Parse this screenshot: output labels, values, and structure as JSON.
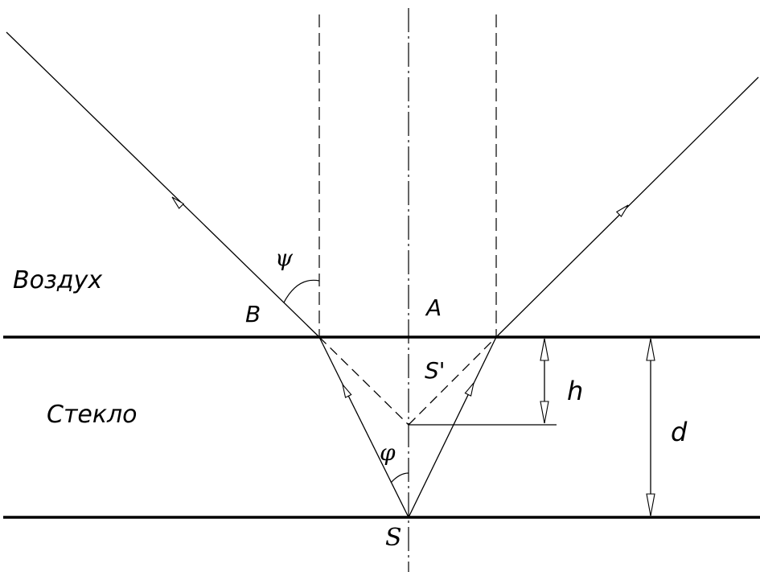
{
  "media": {
    "upper": "Воздух",
    "lower": "Стекло"
  },
  "points": {
    "B": "B",
    "A": "A",
    "S": "S",
    "S_image": "S'"
  },
  "angles": {
    "psi": "ψ",
    "phi": "φ"
  },
  "dimensions": {
    "h": "h",
    "d": "d"
  },
  "colors": {
    "line": "#000000",
    "background": "#ffffff"
  }
}
